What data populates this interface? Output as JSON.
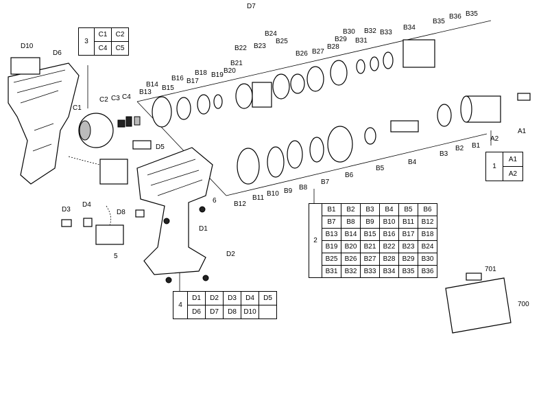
{
  "callouts": {
    "A1": "A1",
    "A2": "A2",
    "B1": "B1",
    "B2": "B2",
    "B3": "B3",
    "B4": "B4",
    "B5": "B5",
    "B6": "B6",
    "B7": "B7",
    "B8": "B8",
    "B9": "B9",
    "B10": "B10",
    "B11": "B11",
    "B12": "B12",
    "B13": "B13",
    "B14": "B14",
    "B15": "B15",
    "B16": "B16",
    "B17": "B17",
    "B18": "B18",
    "B19": "B19",
    "B20": "B20",
    "B21": "B21",
    "B22": "B22",
    "B23": "B23",
    "B24": "B24",
    "B25": "B25",
    "B26": "B26",
    "B27": "B27",
    "B28": "B28",
    "B29": "B29",
    "B30": "B30",
    "B31": "B31",
    "B32": "B32",
    "B33": "B33",
    "B34": "B34",
    "B35a": "B35",
    "B35b": "B35",
    "B36": "B36",
    "C1": "C1",
    "C2": "C2",
    "C3": "C3",
    "C4": "C4",
    "D1": "D1",
    "D2": "D2",
    "D3": "D3",
    "D4": "D4",
    "D5": "D5",
    "D6": "D6",
    "D7": "D7",
    "D8": "D8",
    "D10": "D10",
    "n5": "5",
    "n6": "6",
    "n700": "700",
    "n701": "701"
  },
  "tables": {
    "t1": {
      "num": "1",
      "rows": [
        [
          "A1"
        ],
        [
          "A2"
        ]
      ]
    },
    "t2": {
      "num": "2",
      "rows": [
        [
          "B1",
          "B2",
          "B3",
          "B4",
          "B5",
          "B6"
        ],
        [
          "B7",
          "B8",
          "B9",
          "B10",
          "B11",
          "B12"
        ],
        [
          "B13",
          "B14",
          "B15",
          "B16",
          "B17",
          "B18"
        ],
        [
          "B19",
          "B20",
          "B21",
          "B22",
          "B23",
          "B24"
        ],
        [
          "B25",
          "B26",
          "B27",
          "B28",
          "B29",
          "B30"
        ],
        [
          "B31",
          "B32",
          "B33",
          "B34",
          "B35",
          "B36"
        ]
      ]
    },
    "t3": {
      "num": "3",
      "rows": [
        [
          "C1",
          "C2"
        ],
        [
          "C4",
          "C5"
        ]
      ]
    },
    "t4": {
      "num": "4",
      "rows": [
        [
          "D1",
          "D2",
          "D3",
          "D4",
          "D5"
        ],
        [
          "D6",
          "D7",
          "D8",
          "D10",
          ""
        ]
      ]
    }
  }
}
